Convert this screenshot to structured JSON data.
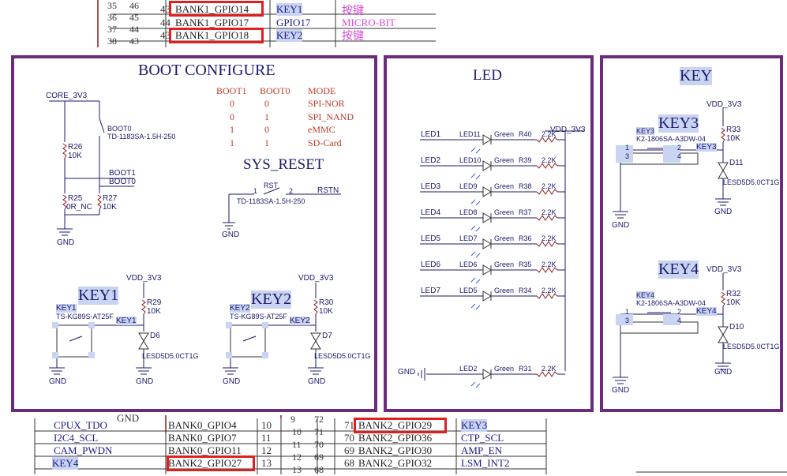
{
  "top_table": {
    "rows": [
      {
        "a": "35",
        "b": "46",
        "pin": "43",
        "net": "BANK1_GPIO14",
        "sig": "KEY1",
        "cn": "按键"
      },
      {
        "a": "36",
        "b": "45",
        "pin": "44",
        "net": "BANK1_GPIO17",
        "sig": "GPIO17",
        "cn": "MICRO-BIT"
      },
      {
        "a": "37",
        "b": "44",
        "pin": "43",
        "net": "BANK1_GPIO18",
        "sig": "KEY2",
        "cn": "按键"
      },
      {
        "a": "38",
        "b": "43",
        "pin": "",
        "net": "",
        "sig": "",
        "cn": ""
      }
    ]
  },
  "boot": {
    "title": "BOOT CONFIGURE",
    "core_label": "CORE_3V3",
    "boot0_ref": "BOOT0",
    "boot0_part": "TD-1183SA-1.5H-250",
    "r26": "R26",
    "r26_val": "10K",
    "r25": "R25",
    "r25_val": "0R_NC",
    "r27": "R27",
    "r27_val": "10K",
    "boot1_net": "BOOT1",
    "boot0_net": "BOOT0",
    "gnd": "GND",
    "table_headers": [
      "BOOT1",
      "BOOT0",
      "MODE"
    ],
    "table_rows": [
      [
        "0",
        "0",
        "SPI-NOR"
      ],
      [
        "0",
        "1",
        "SPI_NAND"
      ],
      [
        "1",
        "0",
        "eMMC"
      ],
      [
        "1",
        "1",
        "SD-Card"
      ]
    ],
    "sys_reset_title": "SYS_RESET",
    "rst_ref": "RST",
    "rst_pin1": "1",
    "rst_pin2": "2",
    "rst_net": "RSTN",
    "rst_part": "TD-1183SA-1.5H-250",
    "key1_title": "KEY1",
    "key1_ref": "KEY1",
    "key1_part": "TS-KG89S-AT25F",
    "key1_net": "KEY1",
    "key2_title": "KEY2",
    "key2_ref": "KEY2",
    "key2_part": "TS-KG89S-AT25F",
    "key2_net": "KEY2",
    "vdd": "VDD_3V3",
    "r29": "R29",
    "r29_val": "10K",
    "r30": "R30",
    "r30_val": "10K",
    "d6": "D6",
    "d7": "D7",
    "tvs": "LESD5D5.0CT1G"
  },
  "led": {
    "title": "LED",
    "vdd": "VDD_3V3",
    "rows": [
      {
        "net": "LED1",
        "ref": "LED11",
        "color": "Green",
        "r": "R40",
        "val": "2.2K"
      },
      {
        "net": "LED2",
        "ref": "LED10",
        "color": "Green",
        "r": "R39",
        "val": "2.2K"
      },
      {
        "net": "LED3",
        "ref": "LED9",
        "color": "Green",
        "r": "R38",
        "val": "2.2K"
      },
      {
        "net": "LED4",
        "ref": "LED8",
        "color": "Green",
        "r": "R37",
        "val": "2.2K"
      },
      {
        "net": "LED5",
        "ref": "LED7",
        "color": "Green",
        "r": "R36",
        "val": "2.2K"
      },
      {
        "net": "LED6",
        "ref": "LED6",
        "color": "Green",
        "r": "R35",
        "val": "2.2K"
      },
      {
        "net": "LED7",
        "ref": "LED5",
        "color": "Green",
        "r": "R34",
        "val": "2.2K"
      }
    ],
    "gnd_row": {
      "net": "GND",
      "ref": "LED2",
      "color": "Green",
      "r": "R31",
      "val": "2.2K"
    }
  },
  "key": {
    "title": "KEY",
    "key3_title": "KEY3",
    "key3_ref": "KEY3",
    "key3_part": "K2-1806SA-A3DW-04",
    "key3_net": "KEY3",
    "key4_title": "KEY4",
    "key4_ref": "KEY4",
    "key4_part": "K2-1806SA-A3DW-04",
    "key4_net": "KEY4",
    "vdd": "VDD_3V3",
    "r33": "R33",
    "r33_val": "10K",
    "r32": "R32",
    "r32_val": "10K",
    "d11": "D11",
    "d10": "D10",
    "tvs": "LESD5D5.0CT1G",
    "pins": [
      "1",
      "2",
      "3",
      "4"
    ],
    "gnd": "GND"
  },
  "bottom_table": {
    "top_gnd": "GND",
    "left": [
      {
        "sig": "CPUX_TDO",
        "net": "BANK0_GPIO4",
        "pin": "10"
      },
      {
        "sig": "I2C4_SCL",
        "net": "BANK0_GPIO7",
        "pin": "11"
      },
      {
        "sig": "CAM_PWDN",
        "net": "BANK0_GPIO11",
        "pin": "12"
      },
      {
        "sig": "KEY4",
        "net": "BANK2_GPIO27",
        "pin": "13"
      }
    ],
    "mid": [
      {
        "a": "9",
        "b": "72"
      },
      {
        "a": "10",
        "b": "71"
      },
      {
        "a": "11",
        "b": "70"
      },
      {
        "a": "12",
        "b": "69"
      },
      {
        "a": "13",
        "b": "68"
      }
    ],
    "right": [
      {
        "pin": "71",
        "net": "BANK2_GPIO29",
        "sig": "KEY3"
      },
      {
        "pin": "70",
        "net": "BANK2_GPIO36",
        "sig": "CTP_SCL"
      },
      {
        "pin": "69",
        "net": "BANK2_GPIO30",
        "sig": "AMP_EN"
      },
      {
        "pin": "68",
        "net": "BANK2_GPIO32",
        "sig": "LSM_INT2"
      }
    ]
  }
}
